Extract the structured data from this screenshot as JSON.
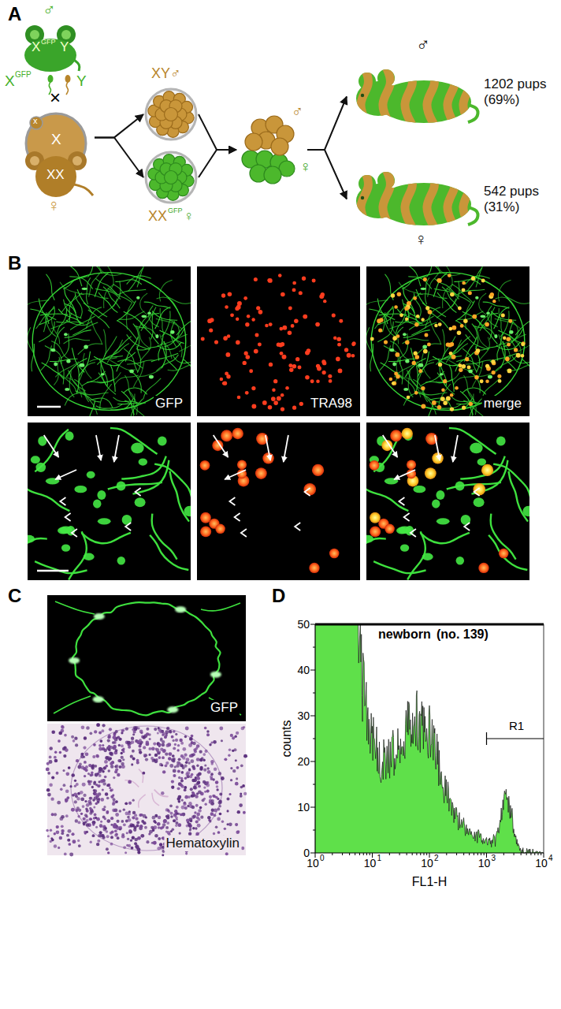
{
  "diagram": {
    "nodes": [
      {
        "text": [
          "♂",
          "X",
          "GFP",
          "Y"
        ]
      },
      {
        "text": [
          "x",
          "X",
          "XX",
          "♀"
        ]
      },
      {
        "text": [
          "XY♂"
        ]
      },
      {
        "text": [
          "XX",
          "GFP",
          "♀"
        ]
      },
      {
        "text": [
          "♂",
          "♀"
        ]
      },
      {
        "text": [
          "♂",
          "1202 pups (69%)"
        ]
      },
      {
        "text": [
          "♀",
          "542 pups (31%)"
        ]
      }
    ],
    "edges": [
      {
        "from": 1,
        "to": 2,
        "arrow": "to"
      },
      {
        "from": 1,
        "to": 3,
        "arrow": "to"
      },
      {
        "from": 2,
        "to": 4,
        "arrow": "to"
      },
      {
        "from": 3,
        "to": 4,
        "arrow": "to"
      },
      {
        "from": 4,
        "to": 5,
        "arrow": "to"
      },
      {
        "from": 4,
        "to": 6,
        "arrow": "to"
      }
    ],
    "labels": [
      "A",
      "X",
      "GFP",
      "Y",
      "×",
      "B",
      "GFP",
      "TRA98",
      "merge",
      "C",
      "GFP",
      "Hematoxylin",
      "D",
      "newborn",
      "(no. 139)",
      "counts",
      "FL1-H",
      "R1",
      "0",
      "10",
      "20",
      "30",
      "40",
      "50",
      "10",
      "0",
      "10",
      "1",
      "10",
      "2",
      "10",
      "3",
      "10",
      "4"
    ]
  }
}
